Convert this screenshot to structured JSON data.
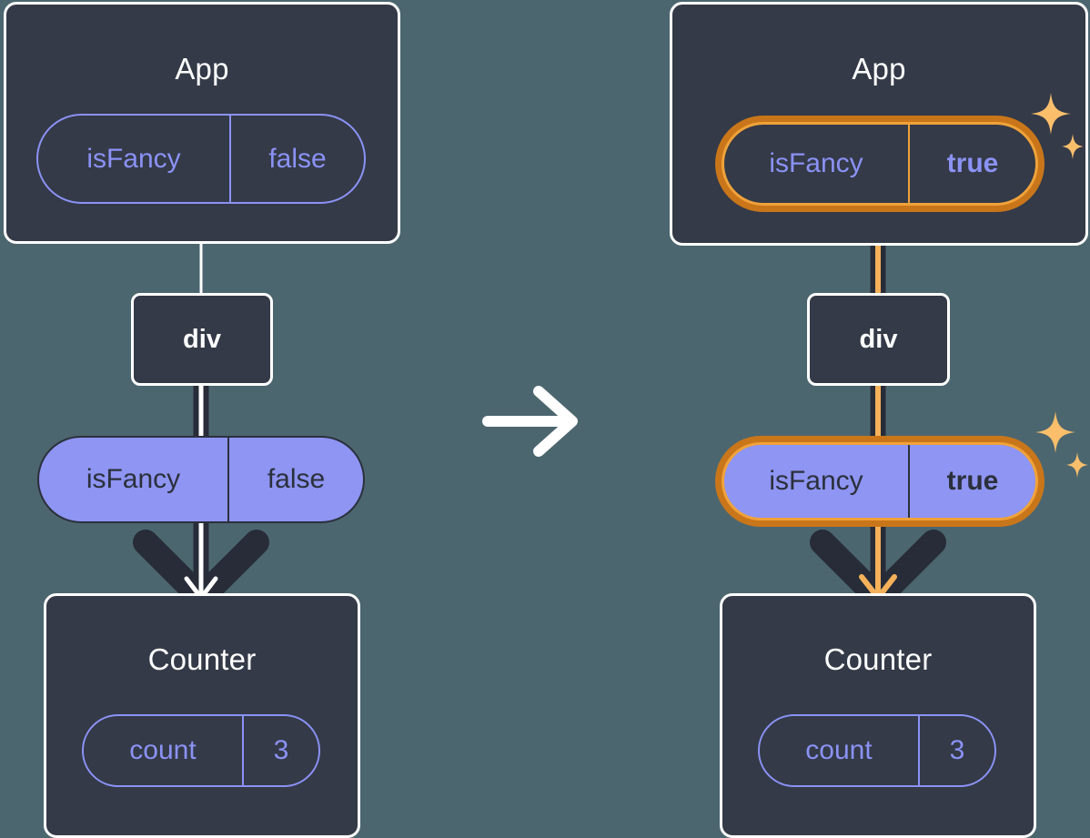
{
  "colors": {
    "background": "#4c666f",
    "panel_fill": "#343a47",
    "panel_stroke": "#ffffff",
    "pill_purple": "#8e95f2",
    "pill_purple_text": "#8b92f5",
    "dark_text": "#2b303c",
    "edge_dark": "#272c38",
    "highlight_orange": "#f0a23a",
    "highlight_orange_dark": "#c9761a",
    "sparkle": "#fbbf6c"
  },
  "transition": {
    "icon": "arrow-right-icon",
    "label": "→"
  },
  "before": {
    "app": {
      "title": "App",
      "state": {
        "key": "isFancy",
        "value": "false",
        "highlighted": false,
        "style": "outline"
      }
    },
    "div": {
      "label": "div"
    },
    "prop": {
      "key": "isFancy",
      "value": "false",
      "highlighted": false,
      "style": "filled"
    },
    "counter": {
      "title": "Counter",
      "state": {
        "key": "count",
        "value": "3",
        "highlighted": false,
        "style": "outline"
      }
    }
  },
  "after": {
    "app": {
      "title": "App",
      "state": {
        "key": "isFancy",
        "value": "true",
        "highlighted": true,
        "style": "outline"
      }
    },
    "div": {
      "label": "div"
    },
    "prop": {
      "key": "isFancy",
      "value": "true",
      "highlighted": true,
      "style": "filled"
    },
    "counter": {
      "title": "Counter",
      "state": {
        "key": "count",
        "value": "3",
        "highlighted": false,
        "style": "outline"
      }
    }
  }
}
